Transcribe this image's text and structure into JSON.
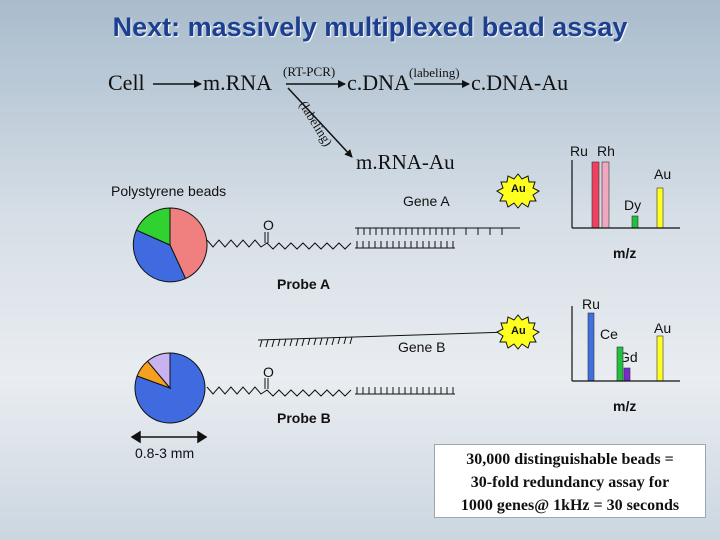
{
  "title": "Next: massively multiplexed bead assay",
  "flow": {
    "cell": "Cell",
    "mrna": "m.RNA",
    "rt_pcr": "(RT-PCR)",
    "cdna": "c.DNA",
    "labeling_1": "(labeling)",
    "cdna_au": "c.DNA-Au",
    "labeling_2": "(labeling)",
    "mrna_au": "m.RNA-Au"
  },
  "beads_label": "Polystyrene beads",
  "gene_a": "Gene A",
  "gene_b": "Gene B",
  "probe_a": "Probe A",
  "probe_b": "Probe B",
  "oxygen": "O",
  "au_badge": "Au",
  "size_label": "0.8-3 mm",
  "spectrum_a": {
    "labels": [
      "Ru",
      "Rh",
      "Au",
      "Dy"
    ],
    "axis_label": "m/z"
  },
  "spectrum_b": {
    "labels": [
      "Ru",
      "Ce",
      "Au",
      "Gd"
    ],
    "axis_label": "m/z"
  },
  "summary": [
    "30,000 distinguishable beads =",
    "30-fold redundancy assay for",
    "1000 genes@ 1kHz = 30 seconds"
  ],
  "colors": {
    "title": "#1c3f8f",
    "bead_red": "#f08080",
    "bead_blue": "#3f6ae0",
    "bead_green": "#2fd22f",
    "bead_orange": "#f7a020",
    "bead_lavender": "#c9b2f0",
    "au_yellow": "#ffff20",
    "bar_red": "#ef4060",
    "bar_pink": "#f0a8c0",
    "bar_green": "#20c040",
    "bar_blue": "#4070e0",
    "bar_purple": "#7a2ad0"
  }
}
